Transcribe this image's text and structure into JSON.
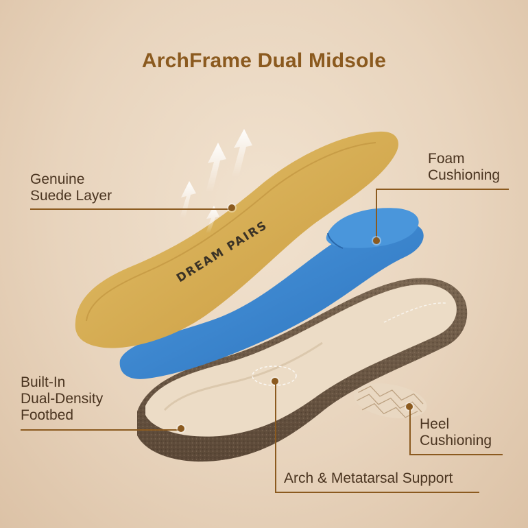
{
  "title": "ArchFrame Dual Midsole",
  "brand_text": "DREAM PAIRS",
  "labels": {
    "suede": [
      "Genuine",
      "Suede Layer"
    ],
    "foam": [
      "Foam",
      "Cushioning"
    ],
    "footbed": [
      "Built-In",
      "Dual-Density",
      "Footbed"
    ],
    "heel": [
      "Heel",
      "Cushioning"
    ],
    "arch": "Arch & Metatarsal Support"
  },
  "colors": {
    "accent": "#8b5a1f",
    "suede": "#d8b155",
    "foam": "#3b86d0",
    "cork": "#6e5a46",
    "footbed": "#e7d6c0"
  },
  "icons": [
    "airflow-arrow-icon"
  ]
}
